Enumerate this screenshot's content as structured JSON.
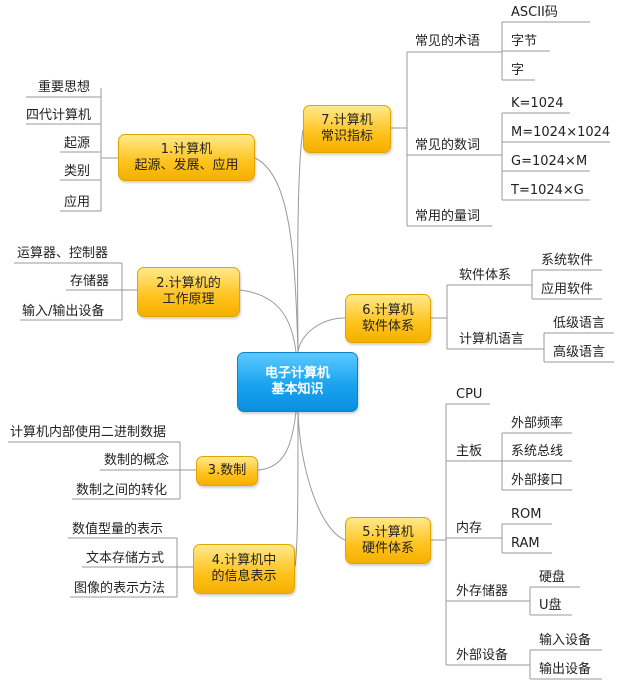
{
  "center": {
    "line1": "电子计算机",
    "line2": "基本知识"
  },
  "branches": {
    "b1": {
      "line1": "1.计算机",
      "line2": "起源、发展、应用",
      "items": [
        "重要思想",
        "四代计算机",
        "起源",
        "类别",
        "应用"
      ]
    },
    "b2": {
      "line1": "2.计算机的",
      "line2": "工作原理",
      "items": [
        "运算器、控制器",
        "存储器",
        "输入/输出设备"
      ]
    },
    "b3": {
      "line1": "3.数制",
      "line2": "",
      "items": [
        "计算机内部使用二进制数据",
        "数制的概念",
        "数制之间的转化"
      ]
    },
    "b4": {
      "line1": "4.计算机中",
      "line2": "的信息表示",
      "items": [
        "数值型量的表示",
        "文本存储方式",
        "图像的表示方法"
      ]
    },
    "b5": {
      "line1": "5.计算机",
      "line2": "硬件体系",
      "subs": [
        {
          "label": "CPU",
          "items": []
        },
        {
          "label": "主板",
          "items": [
            "外部频率",
            "系统总线",
            "外部接口"
          ]
        },
        {
          "label": "内存",
          "items": [
            "ROM",
            "RAM"
          ]
        },
        {
          "label": "外存储器",
          "items": [
            "硬盘",
            "U盘"
          ]
        },
        {
          "label": "外部设备",
          "items": [
            "输入设备",
            "输出设备"
          ]
        }
      ]
    },
    "b6": {
      "line1": "6.计算机",
      "line2": "软件体系",
      "subs": [
        {
          "label": "软件体系",
          "items": [
            "系统软件",
            "应用软件"
          ]
        },
        {
          "label": "计算机语言",
          "items": [
            "低级语言",
            "高级语言"
          ]
        }
      ]
    },
    "b7": {
      "line1": "7.计算机",
      "line2": "常识指标",
      "subs": [
        {
          "label": "常见的术语",
          "items": [
            "ASCII码",
            "字节",
            "字"
          ]
        },
        {
          "label": "常见的数词",
          "items": [
            "K=1024",
            "M=1024×1024",
            "G=1024×M",
            "T=1024×G"
          ]
        },
        {
          "label": "常用的量词",
          "items": []
        }
      ]
    }
  }
}
